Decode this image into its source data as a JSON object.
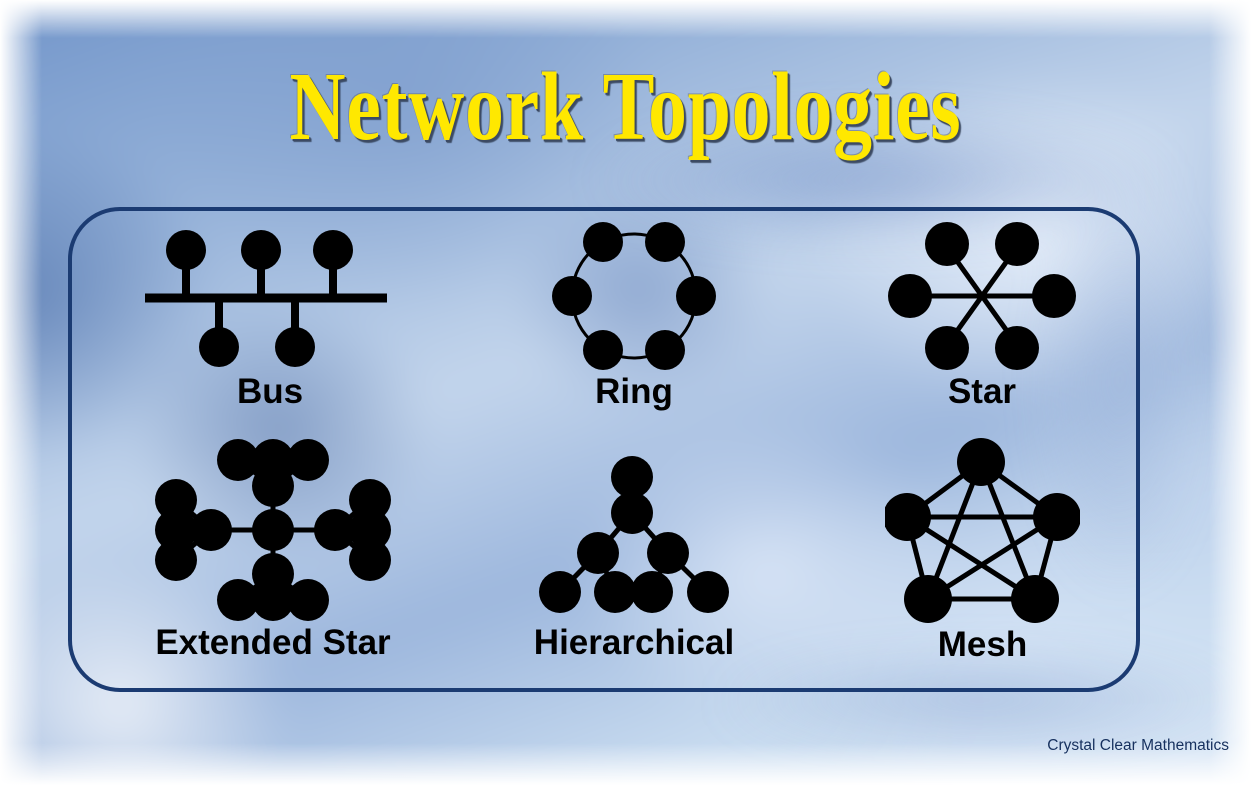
{
  "poster": {
    "title": "Network Topologies",
    "attribution": "Crystal Clear Mathematics",
    "colors": {
      "title_fill": "#ffe800",
      "title_shadow": "#3c4a63",
      "frame_border": "#1b3b72",
      "node": "#000000",
      "edge": "#000000",
      "label": "#000000",
      "attribution": "#16305e",
      "background_blue": "#93b0d8",
      "background_edge": "#ffffff"
    }
  },
  "topologies": [
    {
      "id": "bus",
      "label": "Bus",
      "description": "Linear backbone with nodes branching above and below",
      "node_count": 5
    },
    {
      "id": "ring",
      "label": "Ring",
      "description": "Six nodes connected in a closed circular loop",
      "node_count": 6
    },
    {
      "id": "star",
      "label": "Star",
      "description": "Six nodes joined through one common central point",
      "node_count": 6
    },
    {
      "id": "extended-star",
      "label": "Extended Star",
      "description": "Central hub linked to four sub-hubs, each with three leaf nodes",
      "node_count": 17
    },
    {
      "id": "hierarchical",
      "label": "Hierarchical",
      "description": "Tree structure descending from a single root node",
      "node_count": 8
    },
    {
      "id": "mesh",
      "label": "Mesh",
      "description": "Five nodes in a pentagon, every node connected to every other",
      "node_count": 5
    }
  ]
}
